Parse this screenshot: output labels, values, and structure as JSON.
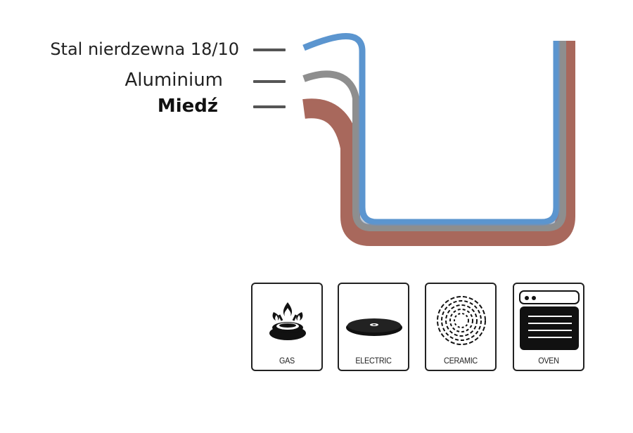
{
  "layers": [
    {
      "label": "Stal nierdzewna 18/10",
      "color": "#5b95cf"
    },
    {
      "label": "Aluminium",
      "color": "#8c8c8c"
    },
    {
      "label": "Miedź",
      "color": "#a8685c"
    }
  ],
  "cooktops": [
    {
      "label": "GAS",
      "icon": "gas-burner-icon"
    },
    {
      "label": "ELECTRIC",
      "icon": "electric-plate-icon"
    },
    {
      "label": "CERAMIC",
      "icon": "ceramic-hob-icon"
    },
    {
      "label": "OVEN",
      "icon": "oven-icon"
    }
  ]
}
